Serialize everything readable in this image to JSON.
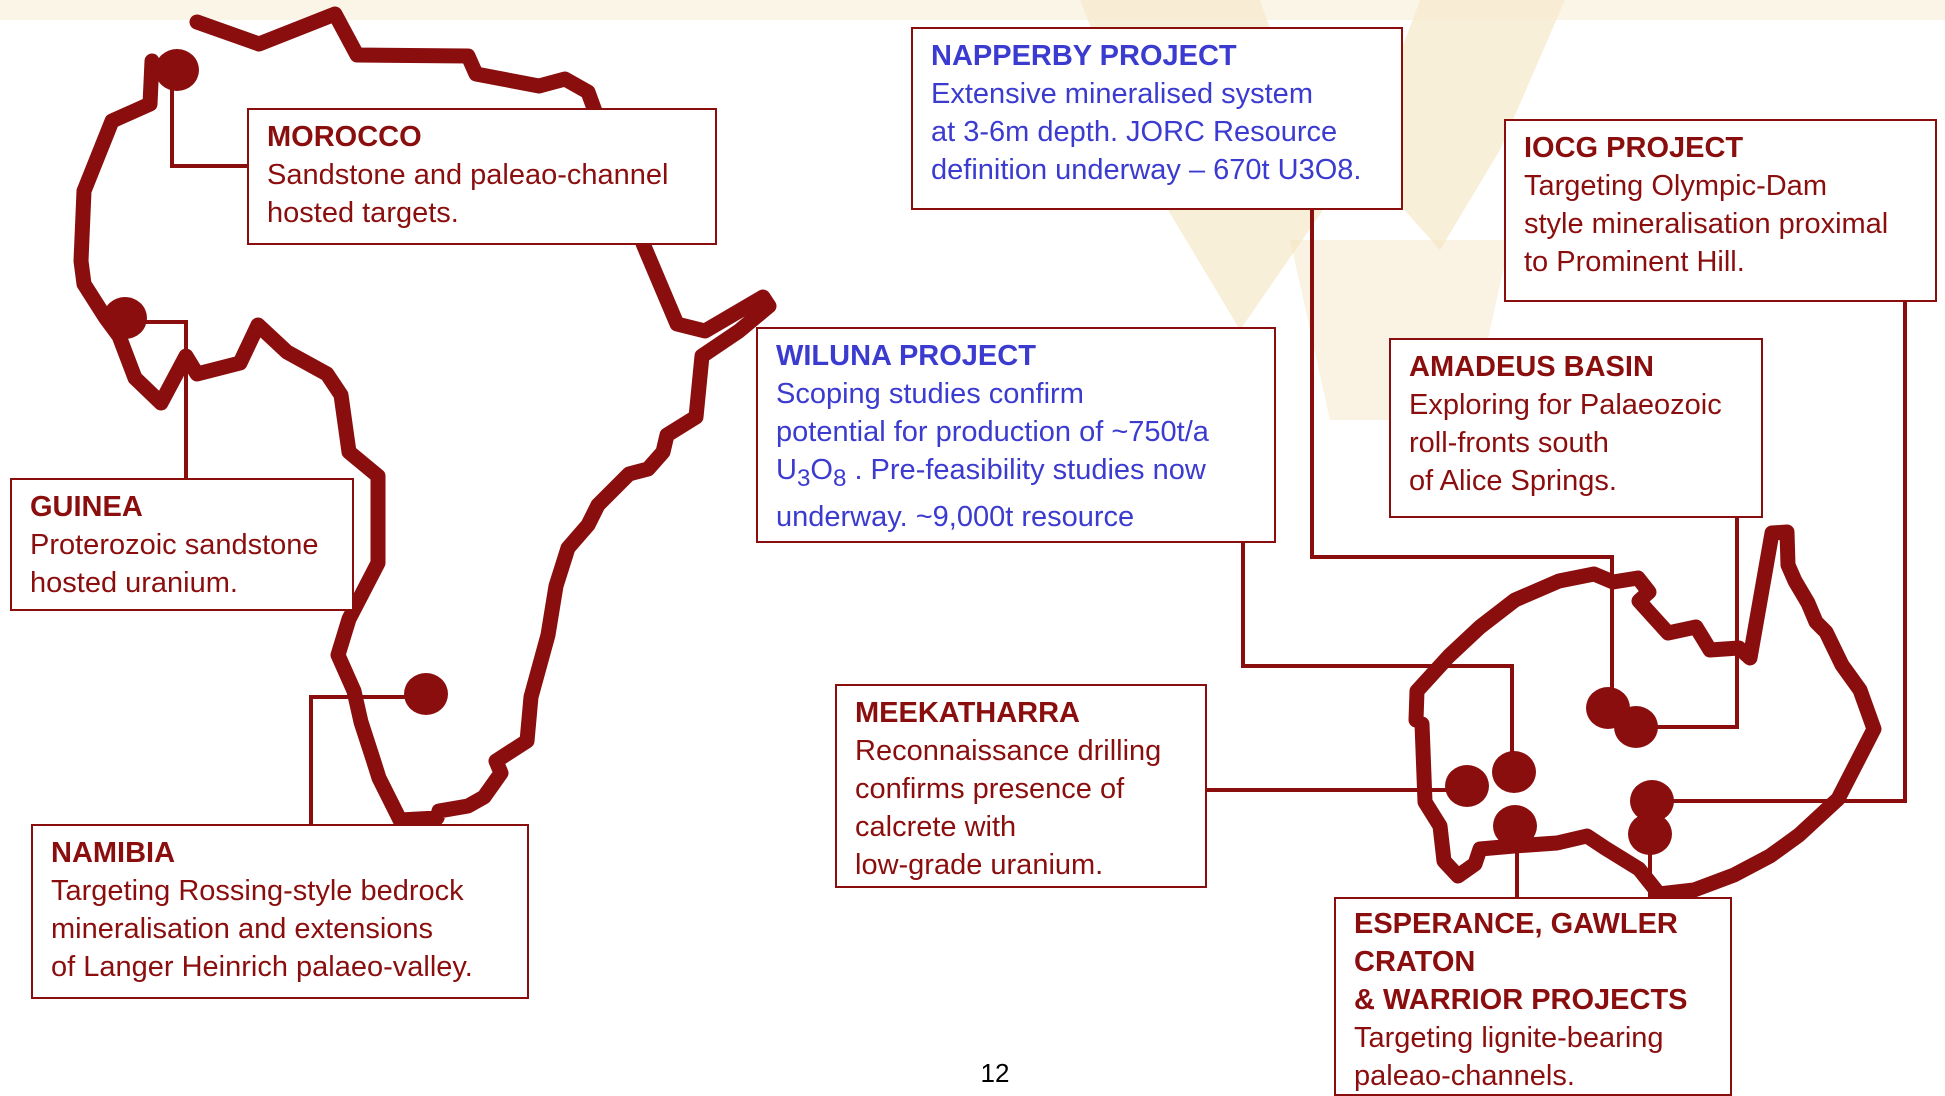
{
  "colors": {
    "map_outline": "#8b0e0e",
    "box_text": "#8b0e0e",
    "project_title_blue": "#3b3bd0",
    "background_watermark": "#f3e2ba"
  },
  "callouts": {
    "morocco": {
      "title": "MOROCCO",
      "body": "Sandstone and paleao-channel\n hosted targets."
    },
    "guinea": {
      "title": "GUINEA",
      "body": "Proterozoic sandstone\nhosted uranium."
    },
    "namibia": {
      "title": "NAMIBIA",
      "body": "Targeting Rossing-style bedrock\nmineralisation and extensions\nof Langer Heinrich palaeo-valley."
    },
    "napperby": {
      "title": "NAPPERBY PROJECT",
      "body": "Extensive mineralised system\nat 3-6m depth.  JORC Resource\ndefinition underway – 670t U3O8."
    },
    "iocg": {
      "title": "IOCG PROJECT",
      "body": "Targeting Olympic-Dam\nstyle mineralisation proximal\nto Prominent Hill."
    },
    "wiluna": {
      "title": "WILUNA PROJECT",
      "body_line1": "Scoping studies confirm",
      "body_line2": "potential for production of ~750t/a",
      "u": "U",
      "sub3": "3",
      "o": "O",
      "sub8": "8",
      "body_line3_rest": " . Pre-feasibility studies now",
      "body_line4": "underway.  ~9,000t resource"
    },
    "amadeus": {
      "title": "AMADEUS BASIN",
      "body": "Exploring for Palaeozoic\nroll-fronts south\nof Alice Springs."
    },
    "meekatharra": {
      "title": "MEEKATHARRA",
      "body": "Reconnaissance drilling\nconfirms presence of\ncalcrete with\nlow-grade uranium."
    },
    "esperance": {
      "title": "ESPERANCE, GAWLER\nCRATON\n& WARRIOR PROJECTS",
      "body": "Targeting lignite-bearing\npaleao-channels."
    }
  },
  "page_number": "12"
}
